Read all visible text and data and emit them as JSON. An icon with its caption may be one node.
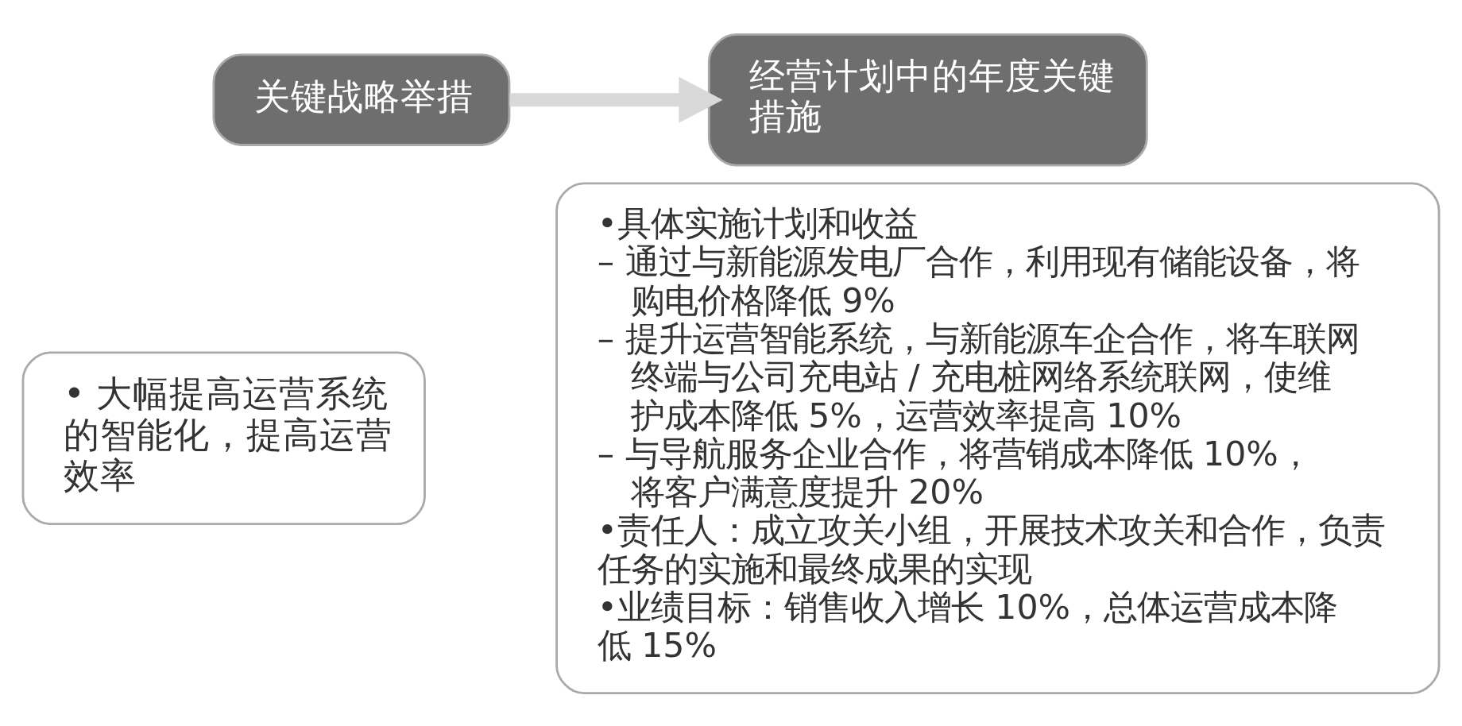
{
  "diagram": {
    "nodes": [
      {
        "text": [
          "关键战略举措"
        ]
      },
      {
        "text": [
          "• 大幅提高运营系统的智能化，提高运营效率"
        ]
      },
      {
        "text": [
          "经营计划中的年度关键措施"
        ]
      },
      {
        "text": [
          "•具体实施计划和收益",
          "– 通过与新能源发电厂合作，利用现有储能设备，将购电价格降低 9%",
          "– 提升运营智能系统，与新能源车企合作，将车联网终端与公司充电站 / 充电桩网络系统联网，使维护成本降低 5%，运营效率提高 10%",
          "– 与导航服务企业合作，将营销成本降低 10%，将客户满意度提升 20%",
          "•责任人：成立攻关小组，开展技术攻关和合作，负责任务的实施和最终成果的实现",
          "•业绩目标：销售收入增长 10%，总体运营成本降低 15%"
        ]
      }
    ],
    "edges": [
      {
        "from": 0,
        "to": 2,
        "arrow": "to",
        "color": "#d9d9d9"
      }
    ]
  }
}
